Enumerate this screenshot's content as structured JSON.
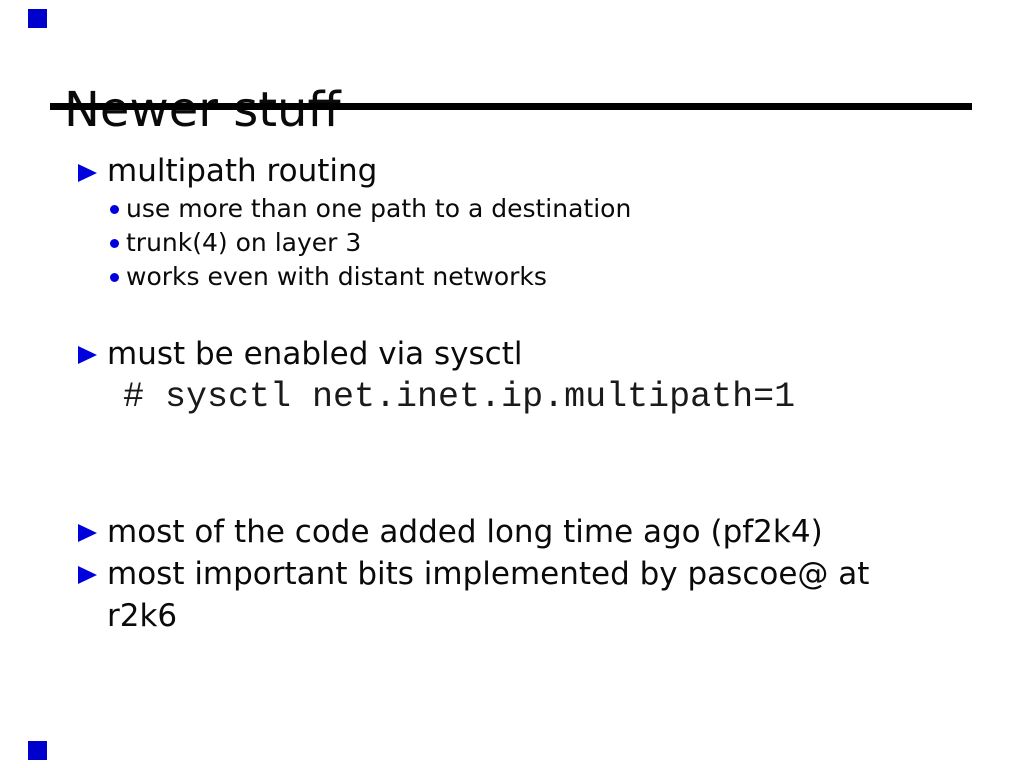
{
  "slide": {
    "title": "Newer stuff",
    "accent_color": "#0000DD",
    "corner_marker_color": "#0000CC",
    "text_color": "#000000",
    "bullets": [
      {
        "level": "main",
        "text": "multipath routing"
      },
      {
        "level": "sub",
        "text": "use more than one path to a destination"
      },
      {
        "level": "sub",
        "text": "trunk(4) on layer 3"
      },
      {
        "level": "sub",
        "text": "works even with distant networks"
      },
      {
        "level": "main",
        "text": "must be enabled via sysctl"
      },
      {
        "level": "code",
        "text": "# sysctl net.inet.ip.multipath=1"
      },
      {
        "level": "main",
        "text": "most of the code added long time ago (pf2k4)"
      },
      {
        "level": "main",
        "text": "most important bits implemented by pascoe@ at"
      },
      {
        "level": "cont",
        "text": "r2k6"
      }
    ]
  }
}
